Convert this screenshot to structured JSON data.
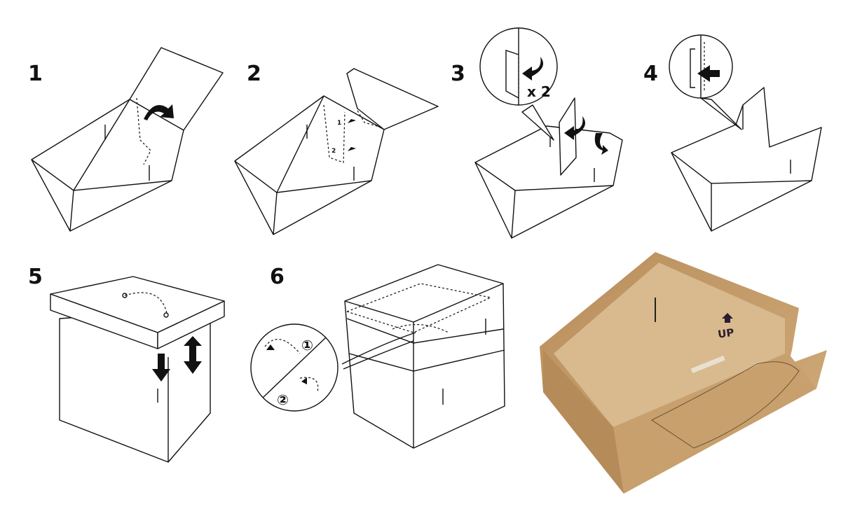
{
  "steps": [
    {
      "number": "1"
    },
    {
      "number": "2",
      "sub_labels": [
        "1",
        "2"
      ]
    },
    {
      "number": "3",
      "callout_text": "x 2"
    },
    {
      "number": "4"
    },
    {
      "number": "5"
    },
    {
      "number": "6",
      "callout_labels": [
        "①",
        "②"
      ]
    }
  ],
  "photo": {
    "label": "UP"
  },
  "colors": {
    "line": "#111111",
    "cardboard": "#c9a272",
    "cardboard_dark": "#a87e4e"
  }
}
